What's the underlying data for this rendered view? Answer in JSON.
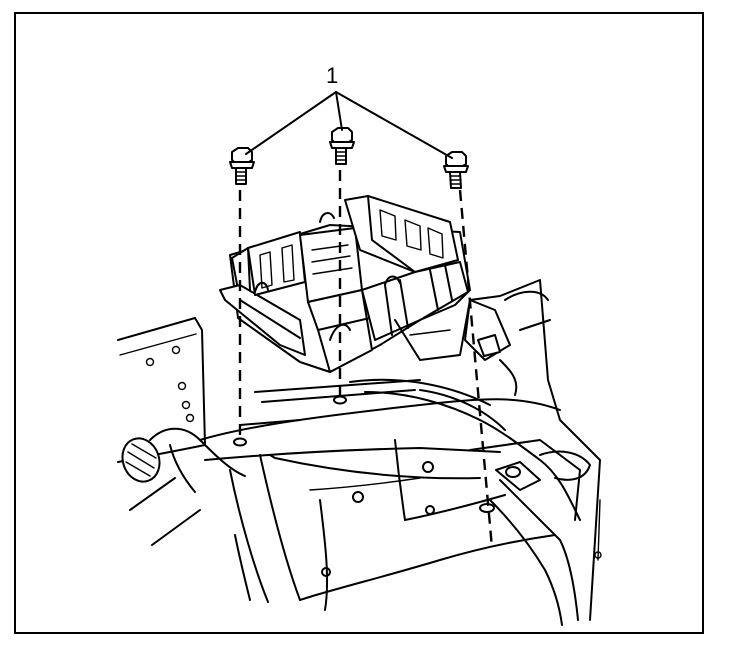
{
  "diagram": {
    "callout_label": "1",
    "colors": {
      "line": "#000000",
      "background": "#ffffff"
    },
    "parts": [
      "bolt-left",
      "bolt-center",
      "bolt-right",
      "relay-bracket",
      "vehicle-frame"
    ]
  }
}
